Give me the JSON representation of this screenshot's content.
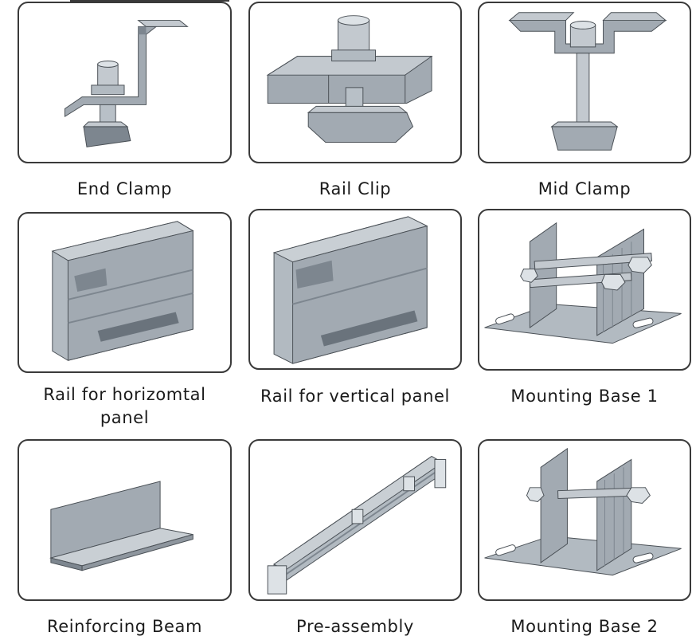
{
  "items": [
    {
      "label": "End Clamp",
      "image_icon": "end-clamp-illustration"
    },
    {
      "label": "Rail Clip",
      "image_icon": "rail-clip-illustration"
    },
    {
      "label": "Mid Clamp",
      "image_icon": "mid-clamp-illustration"
    },
    {
      "label": "Rail for horizomtal panel",
      "image_icon": "horizontal-rail-illustration"
    },
    {
      "label": "Rail for vertical panel",
      "image_icon": "vertical-rail-illustration"
    },
    {
      "label": "Mounting Base 1",
      "image_icon": "mounting-base-1-illustration"
    },
    {
      "label": "Reinforcing Beam",
      "image_icon": "reinforcing-beam-illustration"
    },
    {
      "label": "Pre-assembly",
      "image_icon": "pre-assembly-illustration"
    },
    {
      "label": "Mounting Base 2",
      "image_icon": "mounting-base-2-illustration"
    }
  ],
  "colors": {
    "metal_light": "#c3c9cf",
    "metal_mid": "#a2aab2",
    "metal_dark": "#7d868f",
    "outline": "#4a5056",
    "card_border": "#3a3a3a"
  }
}
